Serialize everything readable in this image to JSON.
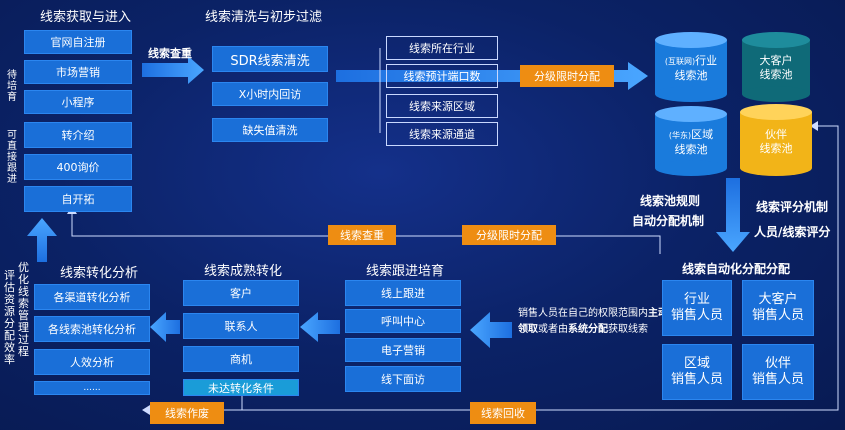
{
  "sections": {
    "acquire_title": "线索获取与进入",
    "clean_title": "线索清洗与初步过滤",
    "convert_title": "线索转化分析",
    "mature_title": "线索成熟转化",
    "follow_title": "线索跟进培育",
    "auto_title": "线索自动化分配分配"
  },
  "side_labels": {
    "pending": "待培育",
    "direct": "可直接跟进",
    "left_vert_1": "优化线索管理过程",
    "left_vert_2": "评估资源分配效率"
  },
  "acquire_items": [
    "官网自注册",
    "市场营销",
    "小程序",
    "转介绍",
    "400询价",
    "自开拓"
  ],
  "check_label": "线索查重",
  "sdr": {
    "main": "SDR线索清洗",
    "items": [
      "X小时内回访",
      "缺失值清洗"
    ]
  },
  "filters": [
    "线索所在行业",
    "线索预计端口数",
    "线索来源区域",
    "线索来源通道"
  ],
  "tags": {
    "tiered_top": "分级限时分配",
    "check_mid": "线索查重",
    "tiered_mid": "分级限时分配",
    "void": "线索作废",
    "recycle": "线索回收"
  },
  "pools": [
    {
      "prefix": "(互联网)",
      "name": "行业",
      "sub": "线索池",
      "color": "#1a7bdc"
    },
    {
      "prefix": "",
      "name": "大客户",
      "sub": "线索池",
      "color": "#0f6a78"
    },
    {
      "prefix": "(华东)",
      "name": "区域",
      "sub": "线索池",
      "color": "#1a7bdc"
    },
    {
      "prefix": "",
      "name": "伙伴",
      "sub": "线索池",
      "color": "#f2b418"
    }
  ],
  "rules": {
    "pool_rule_1": "线索池规则",
    "pool_rule_2": "自动分配机制",
    "score_1": "线索评分机制",
    "score_2": "人员/线索评分"
  },
  "sales": [
    {
      "line1": "行业",
      "line2": "销售人员"
    },
    {
      "line1": "大客户",
      "line2": "销售人员"
    },
    {
      "line1": "区域",
      "line2": "销售人员"
    },
    {
      "line1": "伙伴",
      "line2": "销售人员"
    }
  ],
  "note": {
    "p1": "销售人员在自己的权限范围内",
    "b1": "主动领取",
    "p2": "或者由",
    "b2": "系统分配",
    "p3": "获取线索"
  },
  "follow_items": [
    "线上跟进",
    "呼叫中心",
    "电子营销",
    "线下面访"
  ],
  "mature_items": [
    "客户",
    "联系人",
    "商机"
  ],
  "mature_condition": "未达转化条件",
  "convert_items": [
    "各渠道转化分析",
    "各线索池转化分析",
    "人效分析"
  ],
  "convert_more": "......",
  "colors": {
    "accent_blue": "#1a6fd8",
    "accent_orange": "#ee8d12",
    "pool_yellow": "#f2b418",
    "pool_teal": "#0f6a78"
  }
}
